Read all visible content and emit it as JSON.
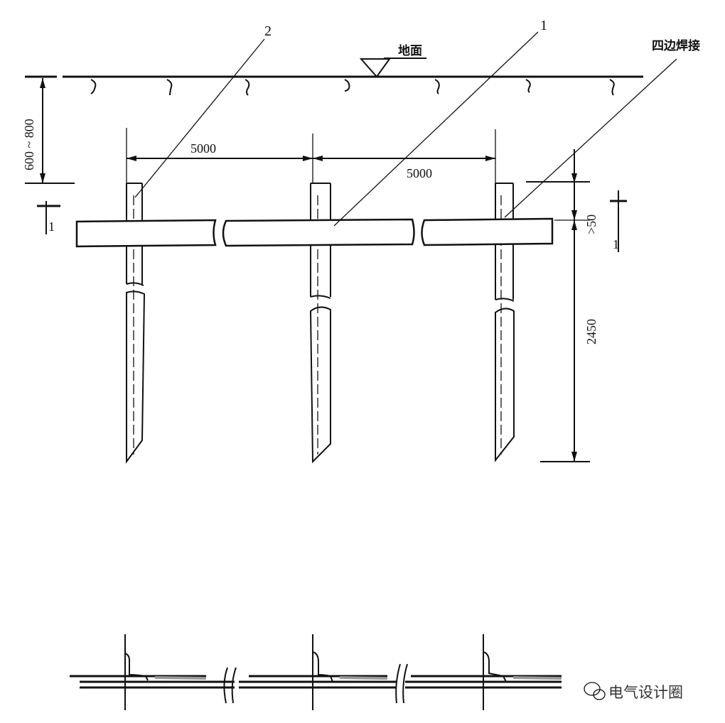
{
  "labels": {
    "callout_2": "2",
    "callout_1": "1",
    "weld_note": "四边焊接",
    "ground": "地面",
    "depth_dim": "600 ~ 800",
    "spacing_1": "5000",
    "spacing_2": "5000",
    "overlap_dim": ">50",
    "rod_length": "2450",
    "section_left": "1",
    "section_right": "1"
  },
  "watermark": "电气设计圈"
}
